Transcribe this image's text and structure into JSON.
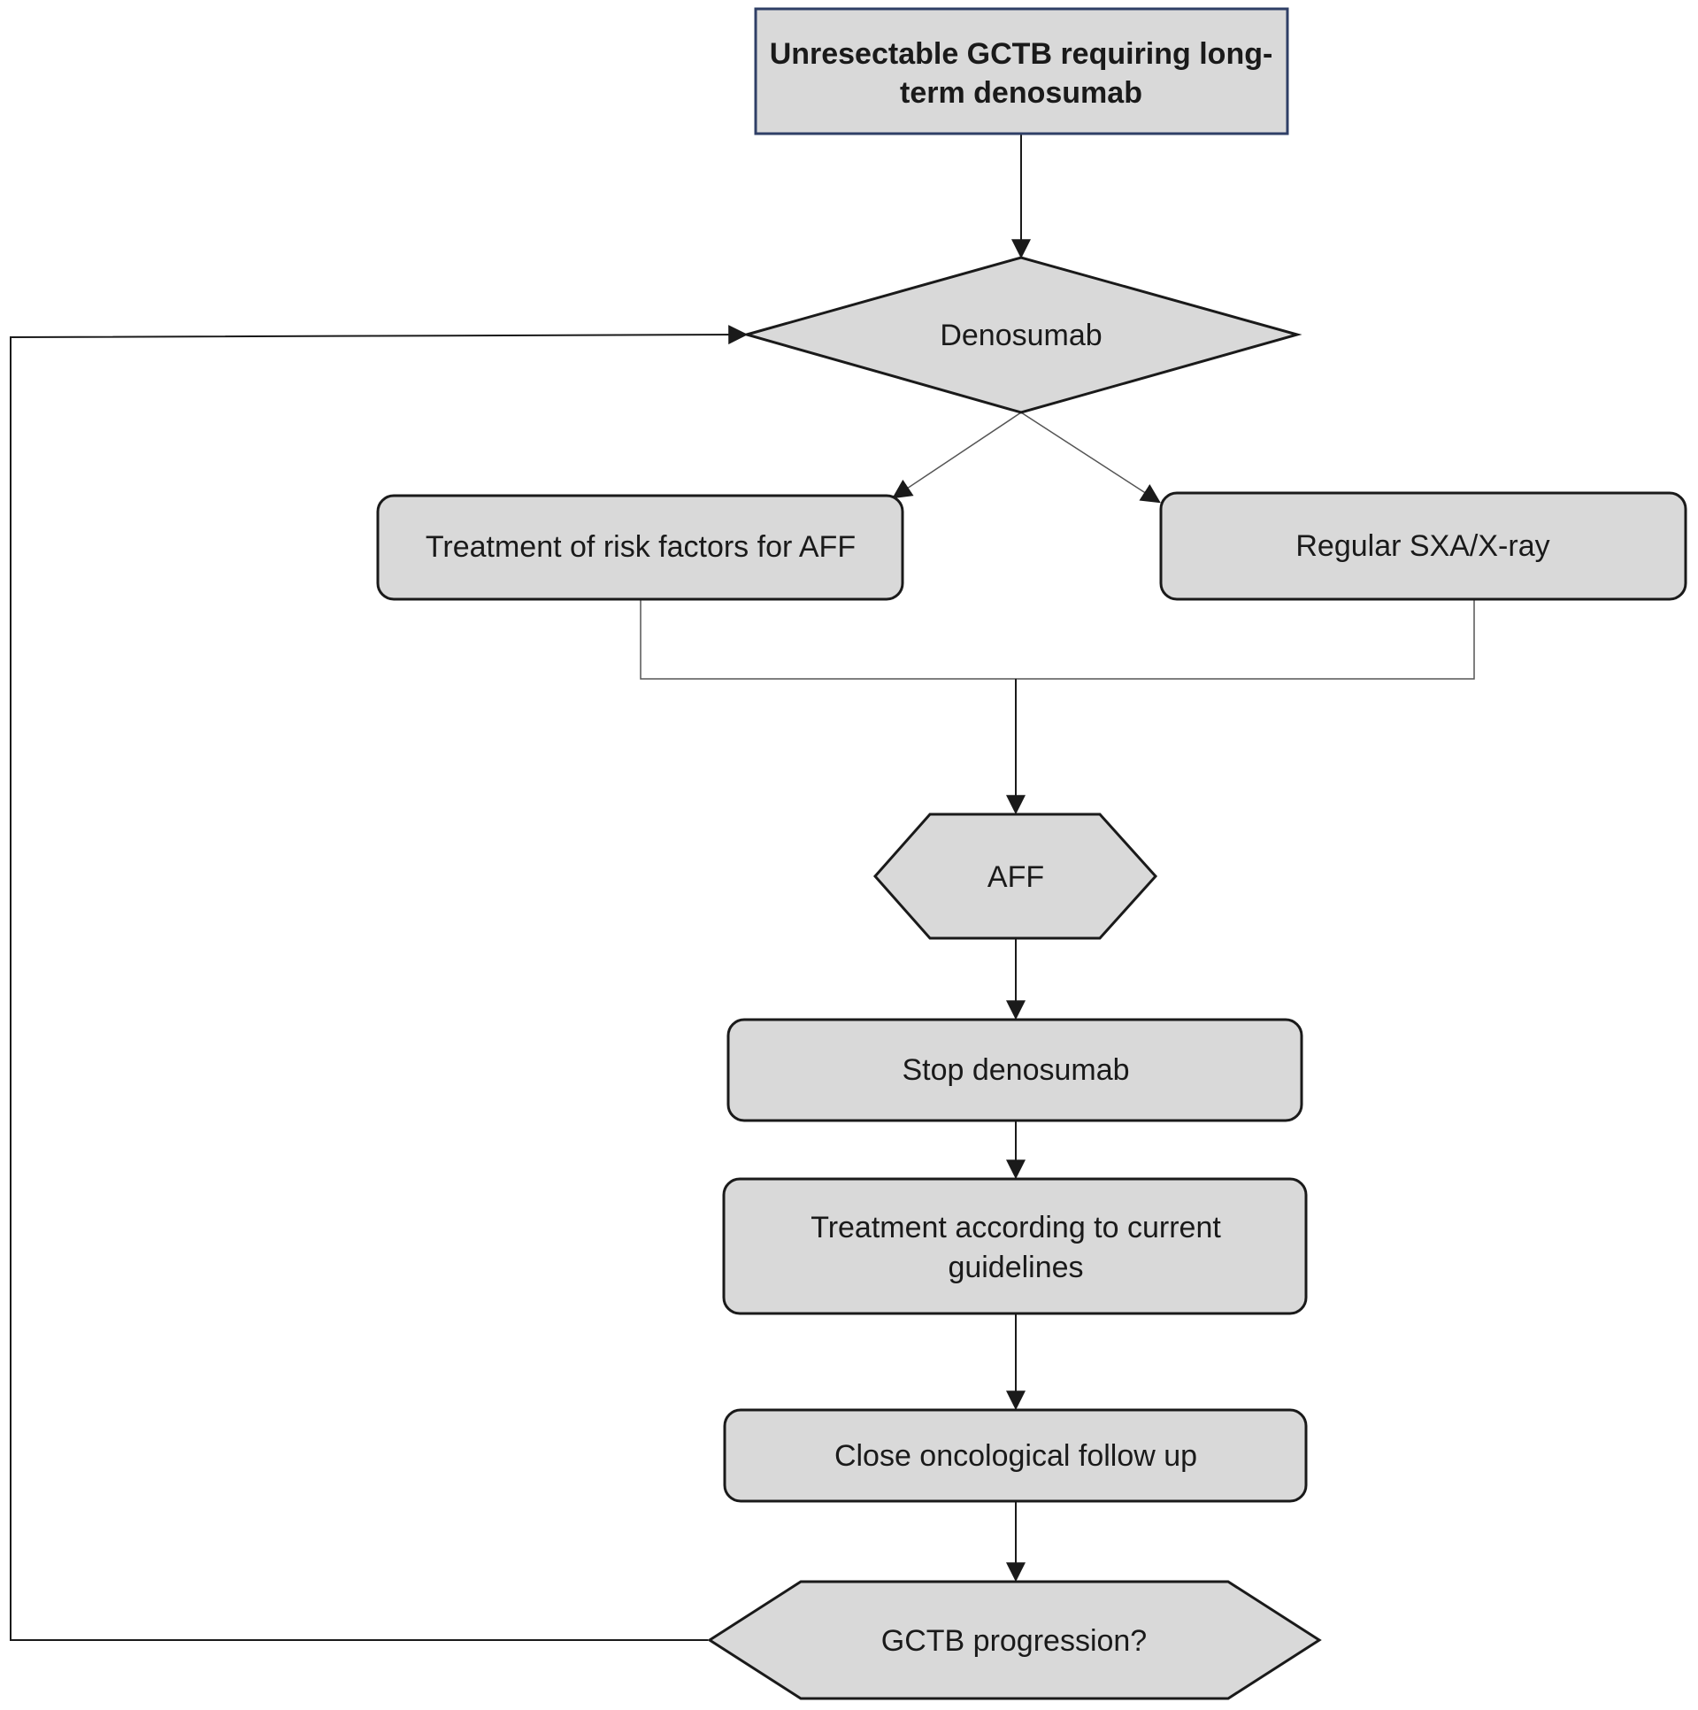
{
  "nodes": {
    "start": {
      "line1": "Unresectable GCTB requiring long-",
      "line2": "term denosumab"
    },
    "denosumab": {
      "label": "Denosumab"
    },
    "risk_factors": {
      "label": "Treatment of risk factors for AFF"
    },
    "imaging": {
      "label": "Regular SXA/X-ray"
    },
    "aff": {
      "label": "AFF"
    },
    "stop": {
      "label": "Stop denosumab"
    },
    "treatment": {
      "line1": "Treatment according to current",
      "line2": "guidelines"
    },
    "follow_up": {
      "label": "Close oncological follow up"
    },
    "progression": {
      "label": "GCTB progression?"
    }
  },
  "colors": {
    "node_fill": "#d9d9d9",
    "node_stroke": "#1a1a1a",
    "start_stroke": "#2f3f66",
    "background": "#ffffff"
  }
}
